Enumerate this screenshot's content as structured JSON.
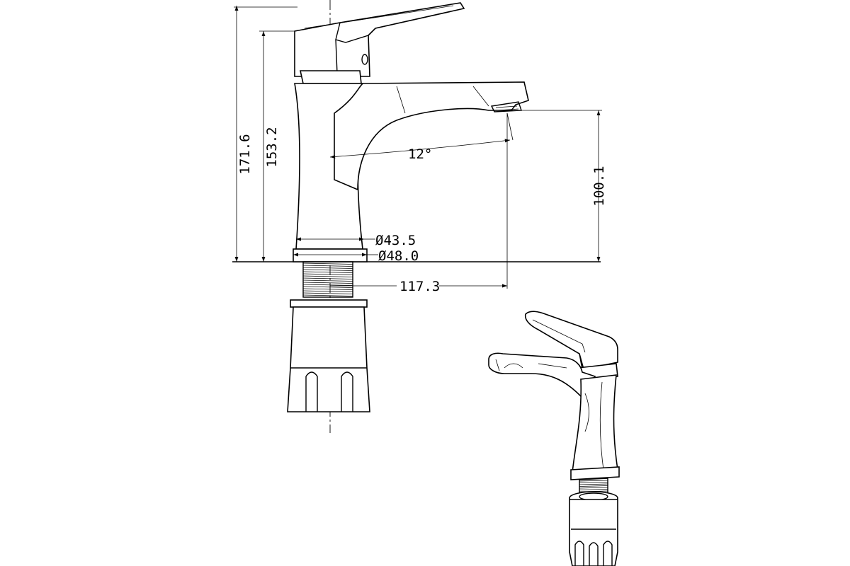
{
  "dimensions": {
    "total_height": "171.6",
    "handle_height": "153.2",
    "spout_height": "100.1",
    "spout_angle": "12°",
    "body_diameter": "Ø43.5",
    "base_diameter": "Ø48.0",
    "spout_reach": "117.3"
  }
}
